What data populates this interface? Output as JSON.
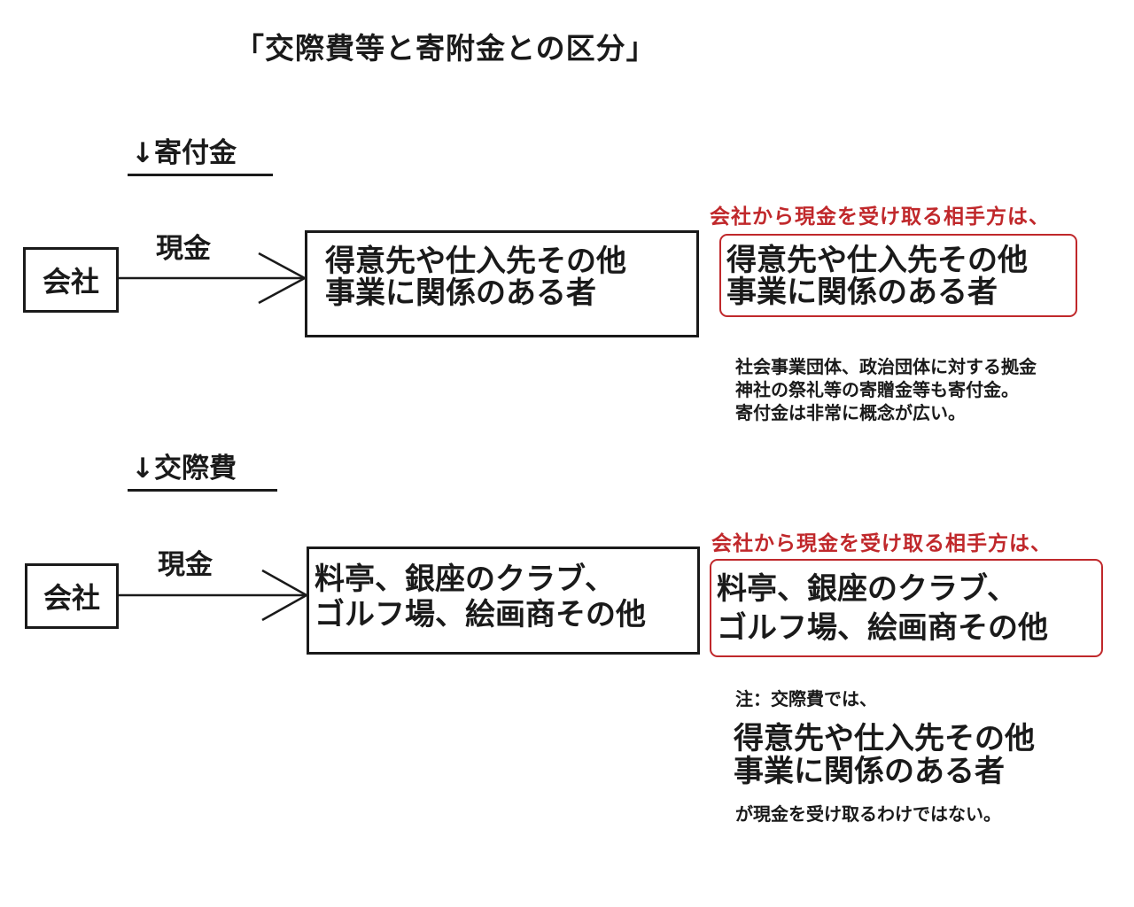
{
  "title": "「交際費等と寄附金との区分」",
  "sections": [
    {
      "heading": "↓寄付金",
      "company": "会社",
      "cash_label": "現金",
      "recipient_lines": [
        "得意先や仕入先その他",
        "事業に関係のある者"
      ],
      "red_label": "会社から現金を受け取る相手方は、",
      "red_box_lines": [
        "得意先や仕入先その他",
        "事業に関係のある者"
      ],
      "note_lines": [
        "社会事業団体、政治団体に対する拠金",
        "神社の祭礼等の寄贈金等も寄付金。",
        "寄付金は非常に概念が広い。"
      ]
    },
    {
      "heading": "↓交際費",
      "company": "会社",
      "cash_label": "現金",
      "recipient_lines": [
        "料亭、銀座のクラブ、",
        "ゴルフ場、絵画商その他"
      ],
      "red_label": "会社から現金を受け取る相手方は、",
      "red_box_lines": [
        "料亭、銀座のクラブ、",
        "ゴルフ場、絵画商その他"
      ],
      "note_intro": "注：交際費では、",
      "note_big_lines": [
        "得意先や仕入先その他",
        "事業に関係のある者"
      ],
      "note_outro": "が現金を受け取るわけではない。"
    }
  ]
}
